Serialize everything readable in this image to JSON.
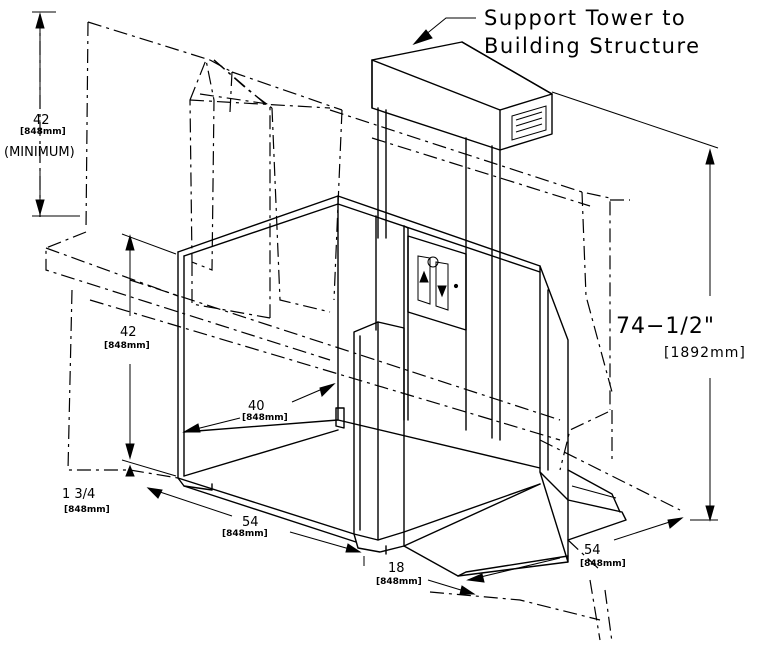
{
  "callout": {
    "line1": "Support Tower to",
    "line2": "Building Structure"
  },
  "dimensions": {
    "top_height": {
      "value": "42",
      "metric": "[848mm]",
      "note": "(MINIMUM)"
    },
    "gate_height": {
      "value": "42",
      "metric": "[848mm]"
    },
    "platform_width": {
      "value": "40",
      "metric": "[848mm]"
    },
    "platform_recess": {
      "value": "1 3/4",
      "metric": "[848mm]"
    },
    "platform_length": {
      "value": "54",
      "metric": "[848mm]"
    },
    "tower_depth": {
      "value": "18",
      "metric": "[848mm]"
    },
    "ramp_length": {
      "value": "54",
      "metric": "[848mm]"
    },
    "travel_height": {
      "value": "74−1/2\"",
      "metric": "[1892mm]"
    }
  }
}
